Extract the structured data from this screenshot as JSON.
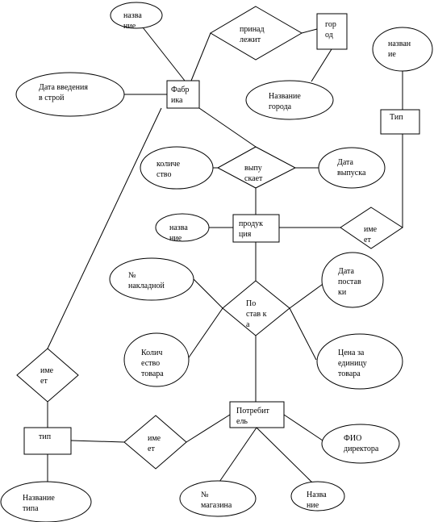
{
  "diagram": {
    "entities": {
      "fabrika": [
        "Фабр",
        "ика"
      ],
      "gorod": [
        "гор",
        "од"
      ],
      "tip_top": [
        "Тип"
      ],
      "produkciya": [
        "продук",
        "ция"
      ],
      "potrebitel": [
        "Потребит",
        "ель"
      ],
      "tip_bottom": [
        "тип"
      ]
    },
    "relationships": {
      "prinadlezhit": [
        "принад",
        "лежит"
      ],
      "vypuskaet": [
        "выпу",
        "скает"
      ],
      "imeet_right": [
        "име",
        "ет"
      ],
      "postavka": [
        "По",
        "став к",
        "а"
      ],
      "imeet_left": [
        "име",
        "ет"
      ],
      "imeet_bottom": [
        "име",
        "ет"
      ]
    },
    "attributes": {
      "fabrika_nazvanie": [
        "назва",
        "ние"
      ],
      "data_vvedeniya": [
        "Дата введения",
        "в строй"
      ],
      "nazvanie_goroda": [
        "Название",
        "города"
      ],
      "tip_nazvanie": [
        "назван",
        "ие"
      ],
      "kolichestvo": [
        "количе",
        "ство"
      ],
      "data_vypuska": [
        "Дата",
        "выпуска"
      ],
      "produkciya_nazvanie": [
        "назва",
        "ние"
      ],
      "nomer_nakladnoy": [
        "№",
        "накладной"
      ],
      "data_postavki": [
        "Дата",
        "постав",
        "ки"
      ],
      "kolichestvo_tovara": [
        "Колич",
        "ество",
        "товара"
      ],
      "cena_za_edinicu": [
        "Цена за",
        "единицу",
        "товара"
      ],
      "fio_direktora": [
        "ФИО",
        "директора"
      ],
      "nomer_magazina": [
        "№",
        "магазина"
      ],
      "potrebitel_nazvanie": [
        "Назва",
        "ние"
      ],
      "nazvanie_tipa": [
        "Название",
        "типа"
      ]
    }
  }
}
